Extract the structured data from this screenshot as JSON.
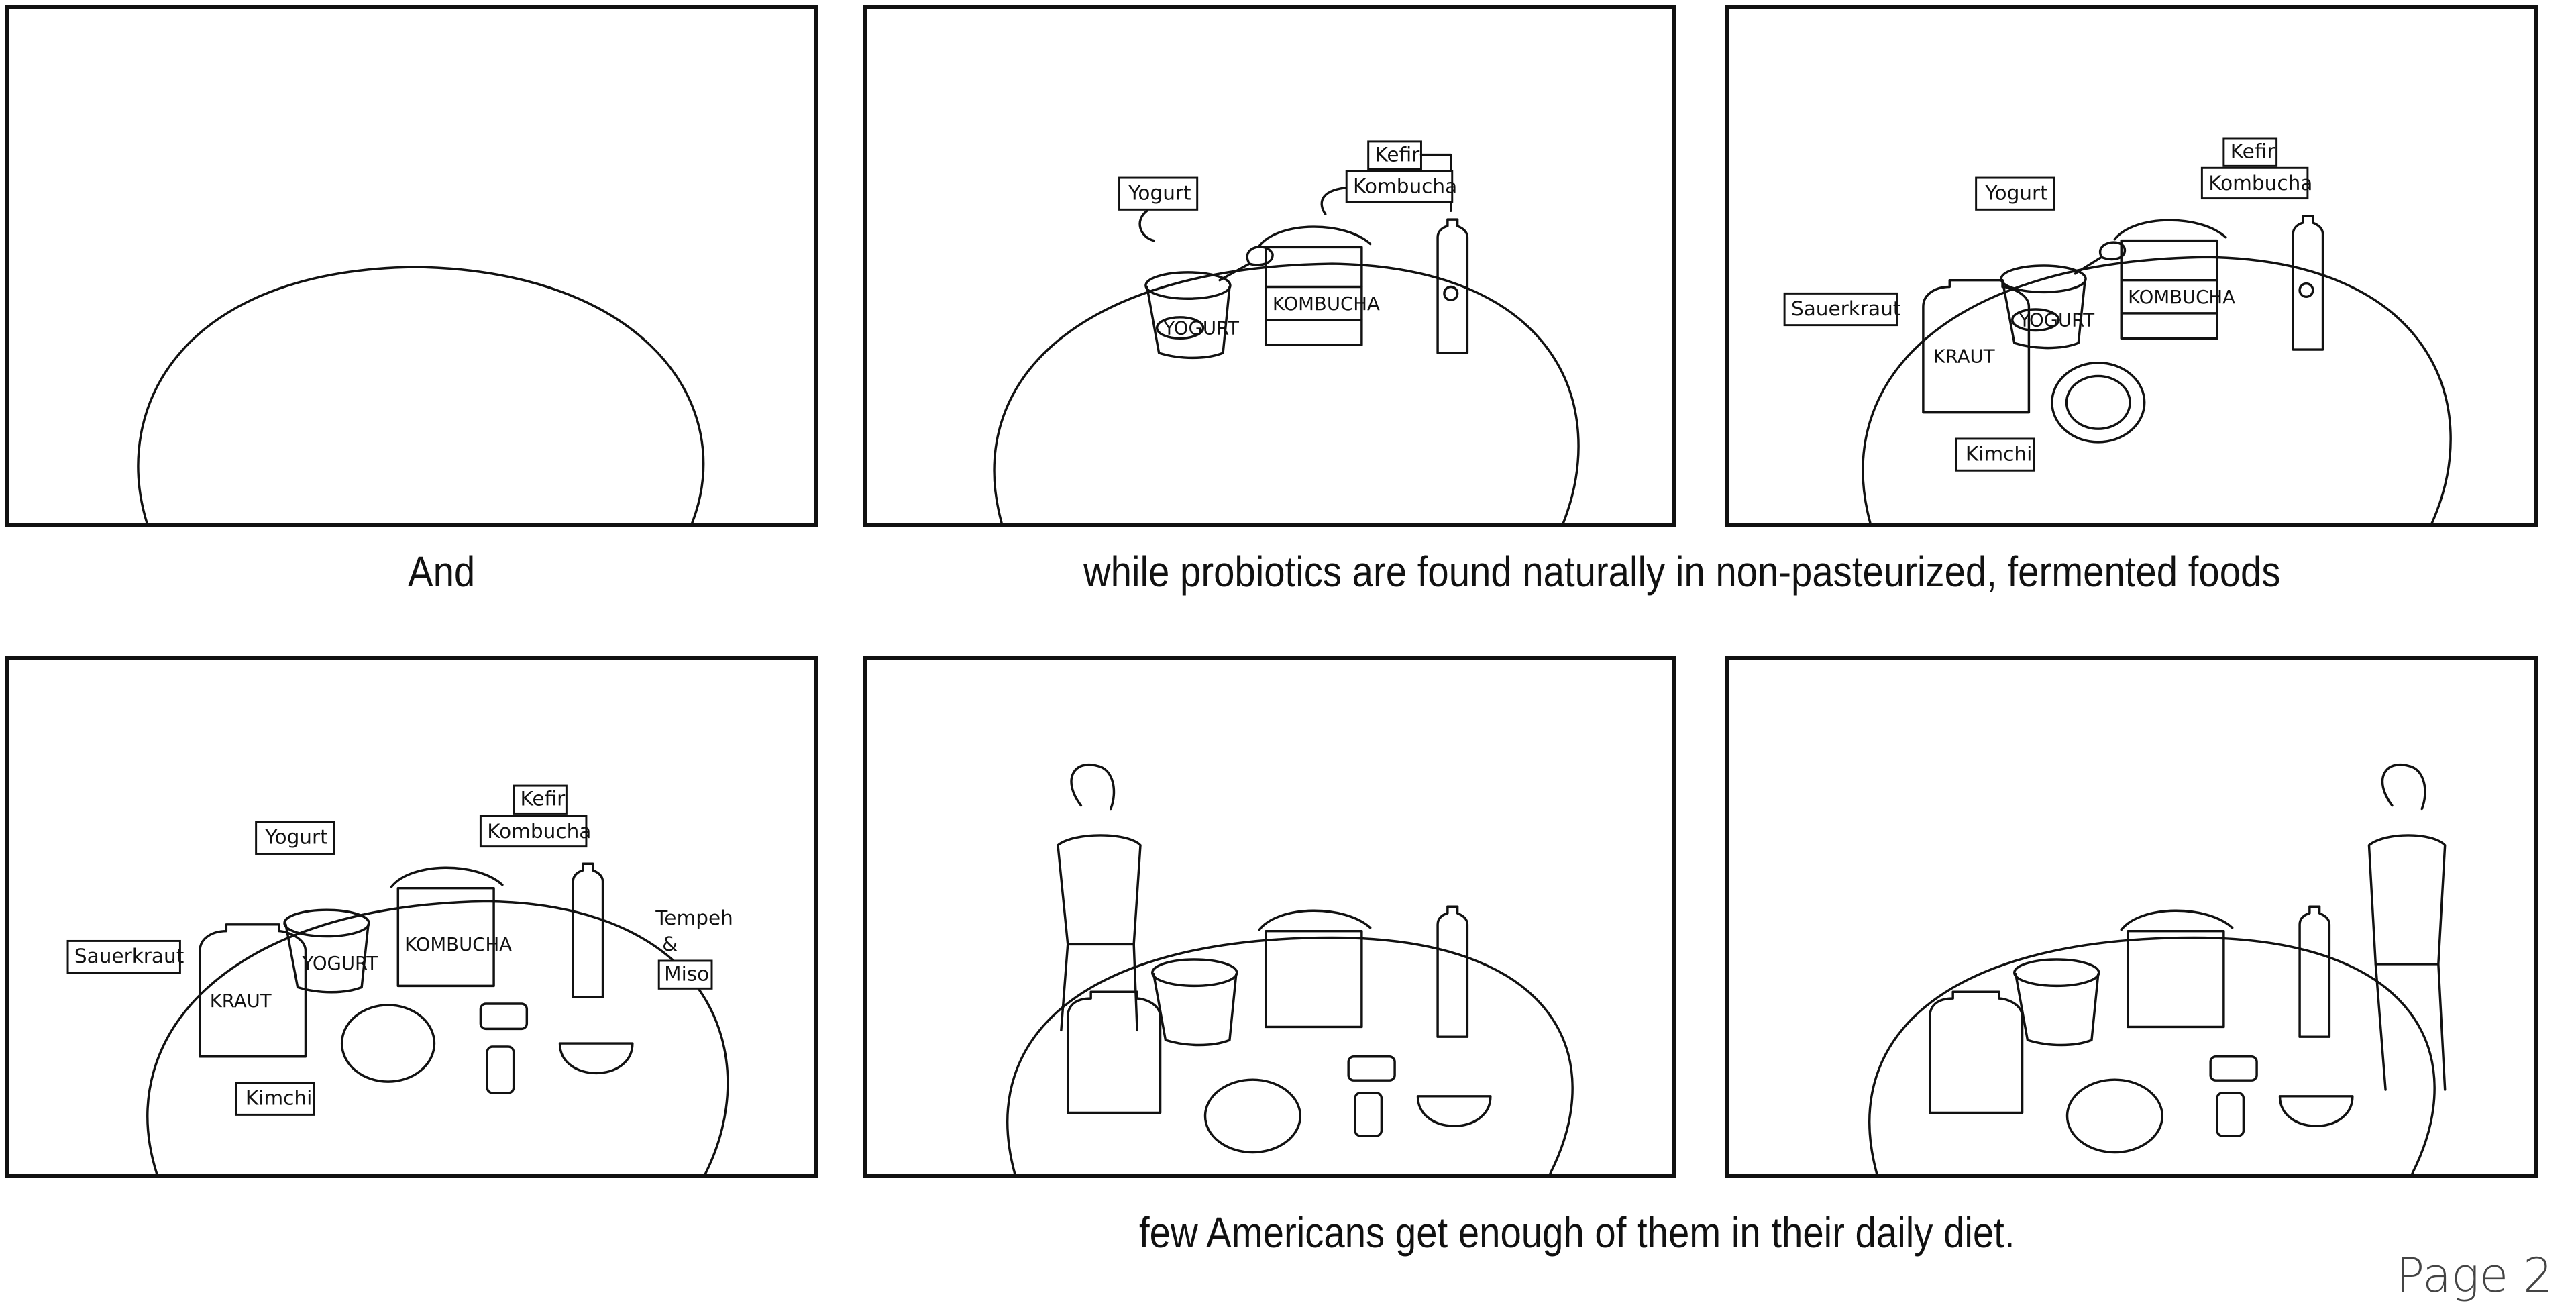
{
  "storyboard": {
    "captions": {
      "row1_left": "And",
      "row1_right": "while probiotics are found naturally in non-pasteurized, fermented foods",
      "row2": "few Americans get enough of them in their daily diet."
    },
    "page_label": "Page 2",
    "labels": {
      "yogurt": "Yogurt",
      "kefir": "Kefir",
      "kombucha": "Kombucha",
      "sauerkraut": "Sauerkraut",
      "kimchi": "Kimchi",
      "tempeh": "Tempeh",
      "amp": "&",
      "miso": "Miso"
    },
    "jar_text": {
      "yogurt_cup": "YOGURT",
      "kombucha_jar": "KOMBUCHA",
      "kraut_jar": "KRAUT"
    }
  }
}
